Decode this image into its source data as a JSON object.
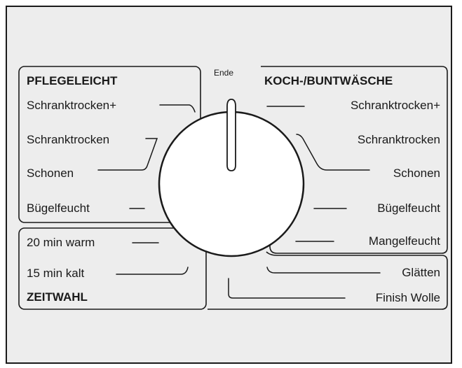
{
  "dial": {
    "end_label": "Ende"
  },
  "pflegeleicht": {
    "title": "PFLEGELEICHT",
    "options": [
      "Schranktrocken+",
      "Schranktrocken",
      "Schonen",
      "Bügelfeucht"
    ]
  },
  "zeitwahl": {
    "title": "ZEITWAHL",
    "options": [
      "20 min warm",
      "15 min kalt"
    ]
  },
  "koch": {
    "title": "KOCH-/BUNTWÄSCHE",
    "options": [
      "Schranktrocken+",
      "Schranktrocken",
      "Schonen",
      "Bügelfeucht",
      "Mangelfeucht"
    ]
  },
  "extra": {
    "options": [
      "Glätten",
      "Finish Wolle"
    ]
  },
  "colors": {
    "panel": "#ededed",
    "ink": "#1a1a1a",
    "knob": "#ffffff"
  }
}
